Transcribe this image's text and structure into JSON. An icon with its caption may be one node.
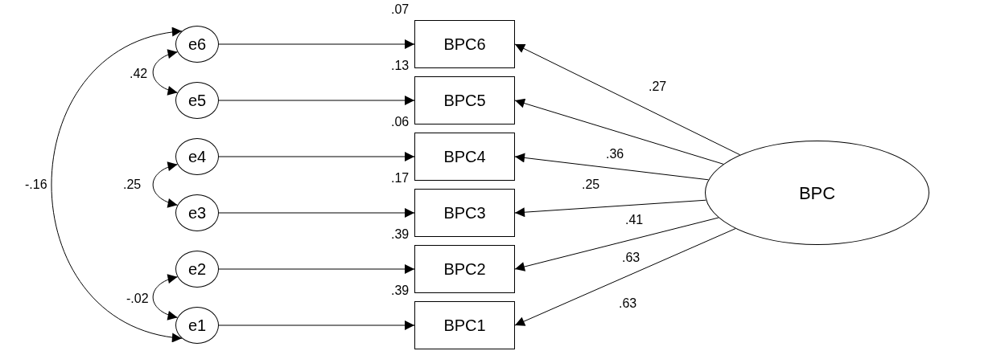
{
  "diagram": {
    "nodes": [
      {
        "text": [
          "e6"
        ]
      },
      {
        "text": [
          "e5"
        ]
      },
      {
        "text": [
          "e4"
        ]
      },
      {
        "text": [
          "e3"
        ]
      },
      {
        "text": [
          "e2"
        ]
      },
      {
        "text": [
          "e1"
        ]
      },
      {
        "text": [
          "BPC6"
        ],
        "beside": [
          ".07"
        ]
      },
      {
        "text": [
          "BPC5"
        ],
        "beside": [
          ".13"
        ]
      },
      {
        "text": [
          "BPC4"
        ],
        "beside": [
          ".06"
        ]
      },
      {
        "text": [
          "BPC3"
        ],
        "beside": [
          ".17"
        ]
      },
      {
        "text": [
          "BPC2"
        ],
        "beside": [
          ".39"
        ]
      },
      {
        "text": [
          "BPC1"
        ],
        "beside": [
          ".39"
        ]
      },
      {
        "text": [
          "BPC"
        ]
      }
    ],
    "edges": [
      {
        "from": 0,
        "to": 6,
        "arrow": "to"
      },
      {
        "from": 1,
        "to": 7,
        "arrow": "to"
      },
      {
        "from": 2,
        "to": 8,
        "arrow": "to"
      },
      {
        "from": 3,
        "to": 9,
        "arrow": "to"
      },
      {
        "from": 4,
        "to": 10,
        "arrow": "to"
      },
      {
        "from": 5,
        "to": 11,
        "arrow": "to"
      },
      {
        "from": 12,
        "to": 6,
        "arrow": "to",
        "label": ".27"
      },
      {
        "from": 12,
        "to": 7,
        "arrow": "to",
        "label": ".36"
      },
      {
        "from": 12,
        "to": 8,
        "arrow": "to",
        "label": ".25"
      },
      {
        "from": 12,
        "to": 9,
        "arrow": "to",
        "label": ".41"
      },
      {
        "from": 12,
        "to": 10,
        "arrow": "to",
        "label": ".63"
      },
      {
        "from": 12,
        "to": 11,
        "arrow": "to",
        "label": ".63"
      },
      {
        "from": 0,
        "to": 1,
        "arrow": "both",
        "label": ".42"
      },
      {
        "from": 2,
        "to": 3,
        "arrow": "both",
        "label": ".25"
      },
      {
        "from": 4,
        "to": 5,
        "arrow": "both",
        "label": "-.02"
      },
      {
        "from": 0,
        "to": 5,
        "arrow": "both",
        "label": "-.16"
      }
    ]
  }
}
